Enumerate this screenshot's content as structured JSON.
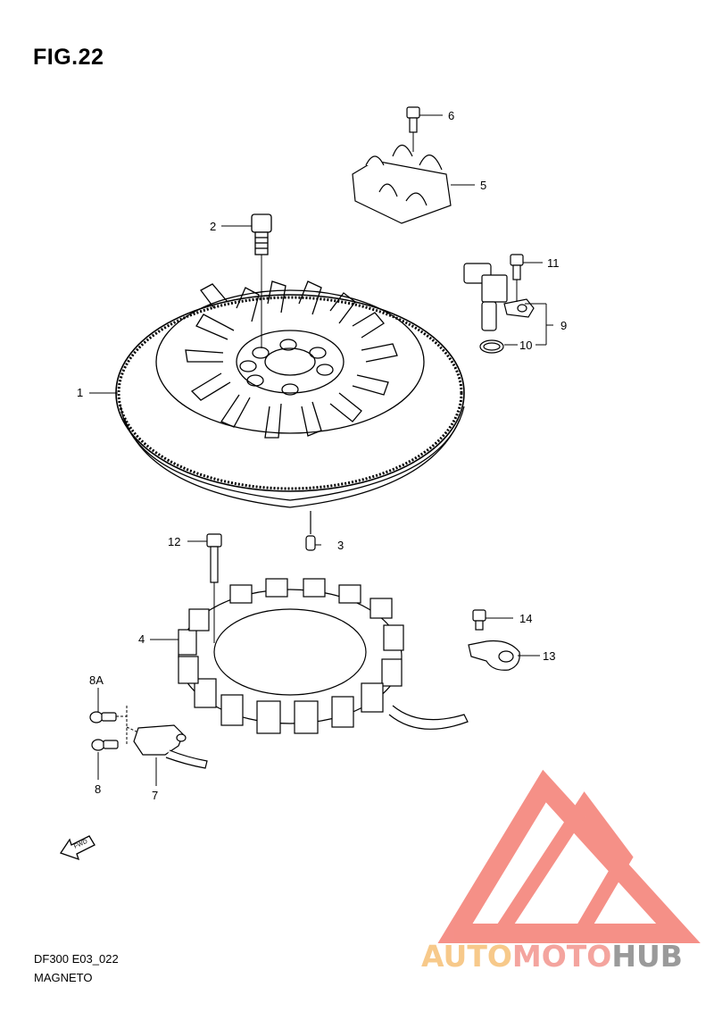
{
  "figure": {
    "title": "FIG.22",
    "code": "DF300 E03_022",
    "name": "MAGNETO"
  },
  "callouts": [
    {
      "id": "1",
      "label": "1"
    },
    {
      "id": "2",
      "label": "2"
    },
    {
      "id": "3",
      "label": "3"
    },
    {
      "id": "4",
      "label": "4"
    },
    {
      "id": "5",
      "label": "5"
    },
    {
      "id": "6",
      "label": "6"
    },
    {
      "id": "7",
      "label": "7"
    },
    {
      "id": "8",
      "label": "8"
    },
    {
      "id": "8A",
      "label": "8A"
    },
    {
      "id": "9",
      "label": "9"
    },
    {
      "id": "10",
      "label": "10"
    },
    {
      "id": "11",
      "label": "11"
    },
    {
      "id": "12",
      "label": "12"
    },
    {
      "id": "13",
      "label": "13"
    },
    {
      "id": "14",
      "label": "14"
    }
  ],
  "fwd_arrow": {
    "label": "FWD",
    "icon": "fwd-arrow-icon"
  },
  "watermark": {
    "part1": "AUTO",
    "part2": "MOTO",
    "part3": "HUB",
    "colors": {
      "auto": "#f7c98a",
      "moto": "#f4a49e",
      "hub": "#9a9a9a",
      "triangle": "#f26b60"
    }
  }
}
